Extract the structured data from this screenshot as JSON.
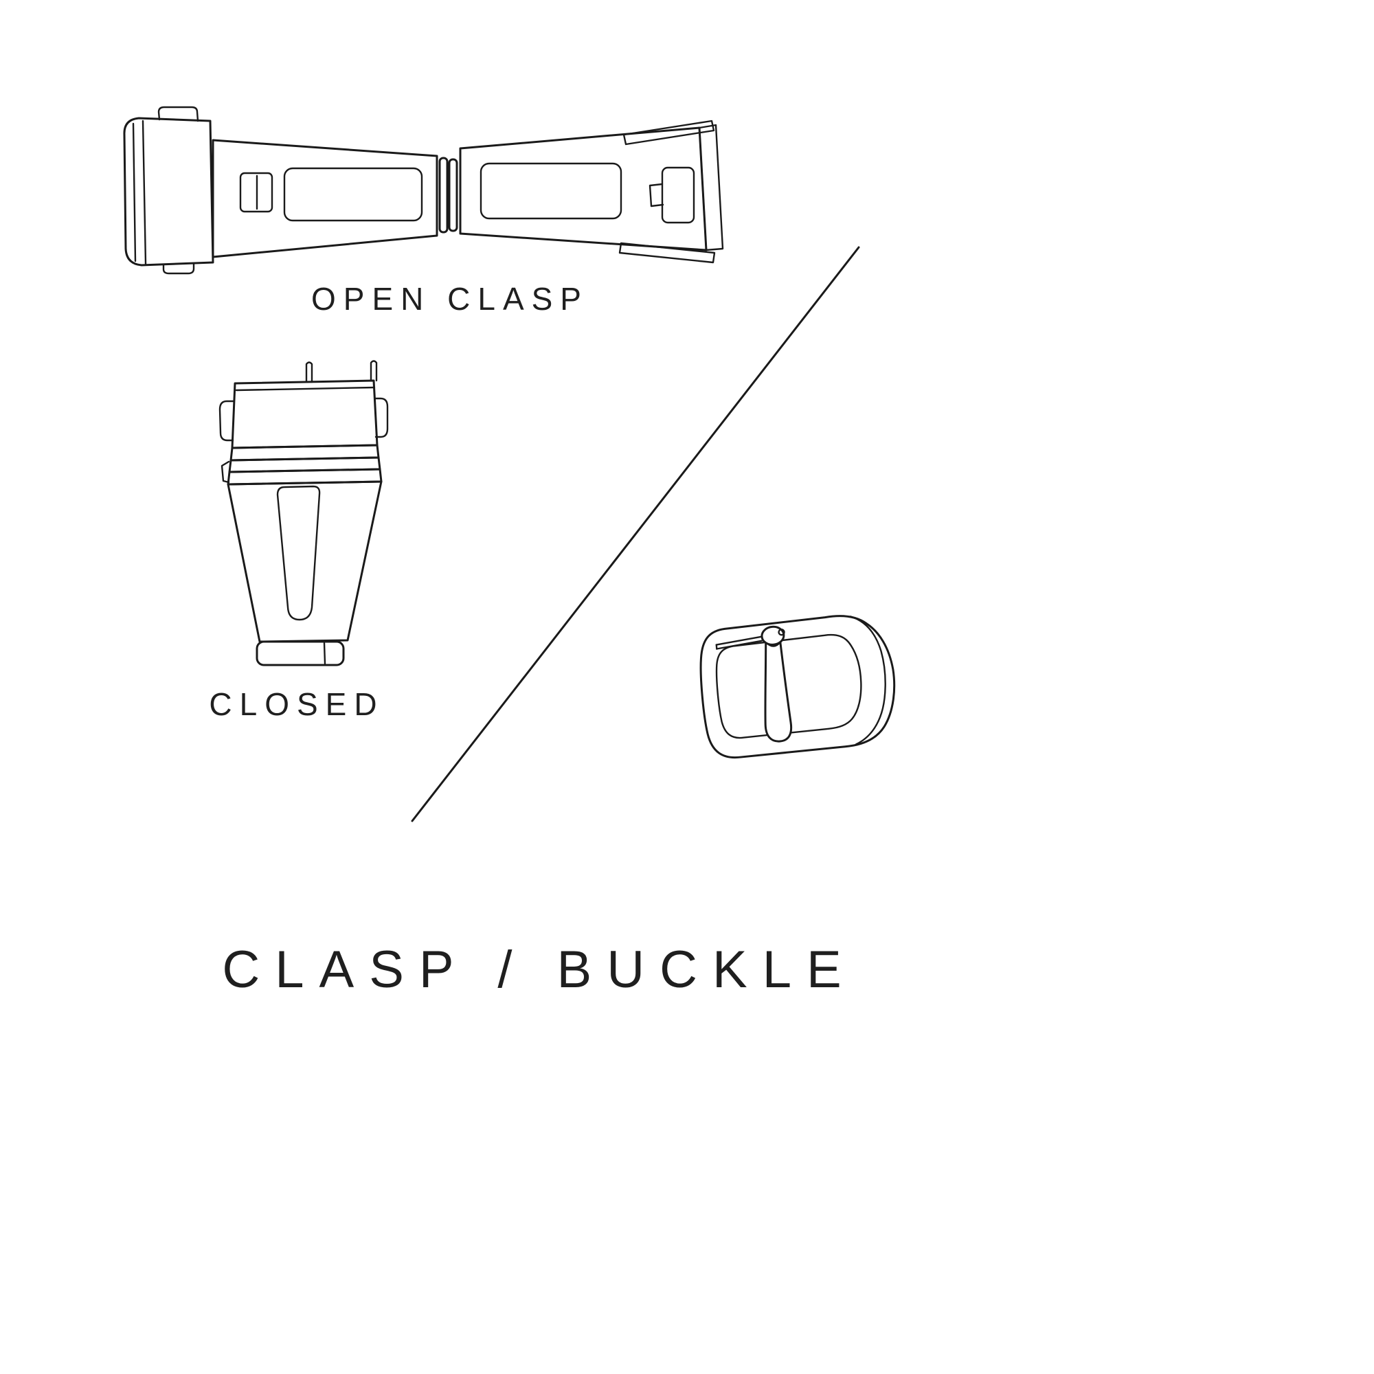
{
  "page": {
    "background": "#ffffff",
    "line_color": "#1a1a1a",
    "text_color": "#1f1f1f",
    "title": "CLASP / BUCKLE"
  },
  "figures": {
    "open_clasp": {
      "icon": "open-clasp-illustration",
      "caption": "OPEN CLASP"
    },
    "closed_clasp": {
      "icon": "closed-clasp-illustration",
      "caption": "CLOSED"
    },
    "buckle": {
      "icon": "tang-buckle-illustration"
    },
    "divider": {
      "icon": "diagonal-divider-line"
    }
  }
}
